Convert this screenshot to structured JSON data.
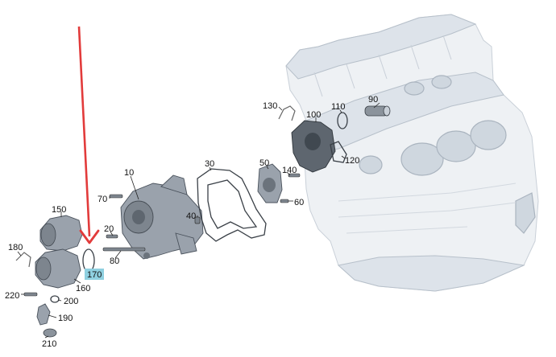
{
  "diagram": {
    "callouts": [
      {
        "id": "10",
        "text": "10"
      },
      {
        "id": "20",
        "text": "20"
      },
      {
        "id": "30",
        "text": "30"
      },
      {
        "id": "40",
        "text": "40"
      },
      {
        "id": "50",
        "text": "50"
      },
      {
        "id": "60",
        "text": "60"
      },
      {
        "id": "70",
        "text": "70"
      },
      {
        "id": "80",
        "text": "80"
      },
      {
        "id": "90",
        "text": "90"
      },
      {
        "id": "100",
        "text": "100"
      },
      {
        "id": "110",
        "text": "110"
      },
      {
        "id": "120",
        "text": "120"
      },
      {
        "id": "130",
        "text": "130"
      },
      {
        "id": "140",
        "text": "140"
      },
      {
        "id": "150",
        "text": "150"
      },
      {
        "id": "160",
        "text": "160"
      },
      {
        "id": "170",
        "text": "170"
      },
      {
        "id": "180",
        "text": "180"
      },
      {
        "id": "190",
        "text": "190"
      },
      {
        "id": "200",
        "text": "200"
      },
      {
        "id": "210",
        "text": "210"
      },
      {
        "id": "220",
        "text": "220"
      }
    ],
    "highlighted_callout": "170",
    "colors": {
      "pointer_arrow": "#e23b3b",
      "highlight_box": "#8fd0e0"
    }
  }
}
